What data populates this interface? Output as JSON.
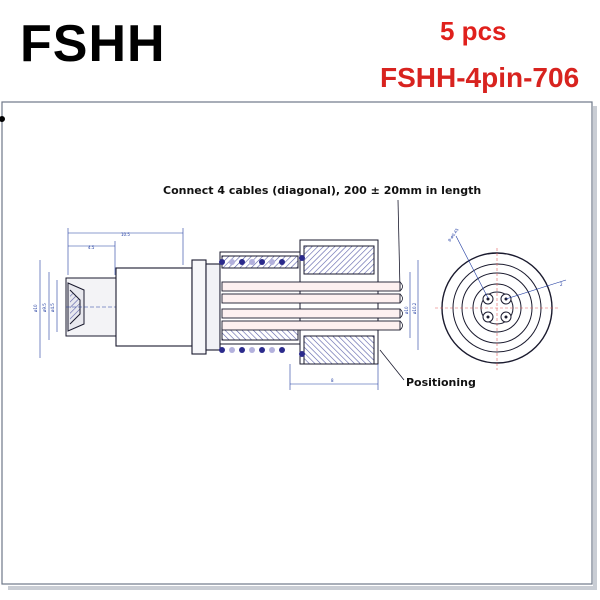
{
  "header": {
    "brand": "FSHH",
    "quantity": "5 pcs",
    "model": "FSHH-4pin-706"
  },
  "drawing": {
    "cable_note": "Connect 4 cables (diagonal), 200 ± 20mm in length",
    "positioning_label": "Positioning",
    "dimensions": {
      "overall_length": "10.5",
      "front_length": "4.5",
      "insert_width": "8",
      "dia_left_1": "ø10",
      "dia_left_2": "ø9.5",
      "dia_left_3": "ø4.5",
      "dia_right_1": "ø10.2",
      "dia_right_2": "ø10",
      "pin_spacing": "2",
      "radial_note": "8-ø0.45"
    }
  },
  "colors": {
    "quantity_text": "#e0201c",
    "model_text": "#d8231f",
    "sheet_border": "#9aa4b4",
    "sheet_shadow": "#c9cdd4",
    "line_dark": "#1a1a2e",
    "dimension_line": "#1e3aa0",
    "hatch_fill": "#8a8fc9",
    "contact_dot": "#2b2a8c",
    "crosshair": "#e35b5b"
  }
}
